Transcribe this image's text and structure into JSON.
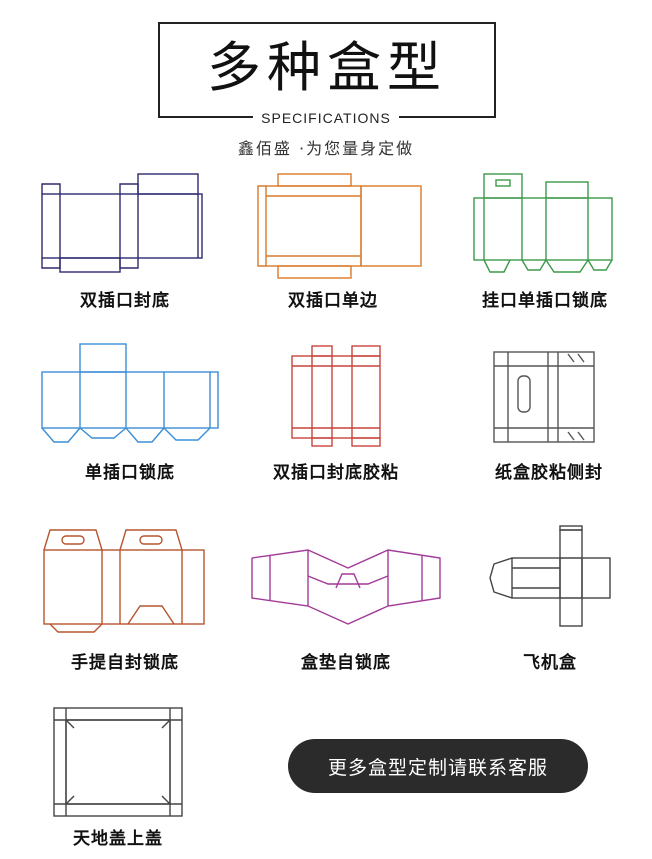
{
  "header": {
    "title": "多种盒型",
    "specifications": "SPECIFICATIONS",
    "subtitle": "鑫佰盛 ·为您量身定做"
  },
  "boxes": [
    {
      "label": "双插口封底",
      "color": "#2e2a6e"
    },
    {
      "label": "双插口单边",
      "color": "#d97a2b"
    },
    {
      "label": "挂口单插口锁底",
      "color": "#3c9a4a"
    },
    {
      "label": "单插口锁底",
      "color": "#3b8fd6"
    },
    {
      "label": "双插口封底胶粘",
      "color": "#c8443a"
    },
    {
      "label": "纸盒胶粘侧封",
      "color": "#555555"
    },
    {
      "label": "手提自封锁底",
      "color": "#b5562e"
    },
    {
      "label": "盒垫自锁底",
      "color": "#a23b9a"
    },
    {
      "label": "飞机盒",
      "color": "#444444"
    },
    {
      "label": "天地盖上盖",
      "color": "#444444"
    }
  ],
  "cta": {
    "label": "更多盒型定制请联系客服"
  }
}
